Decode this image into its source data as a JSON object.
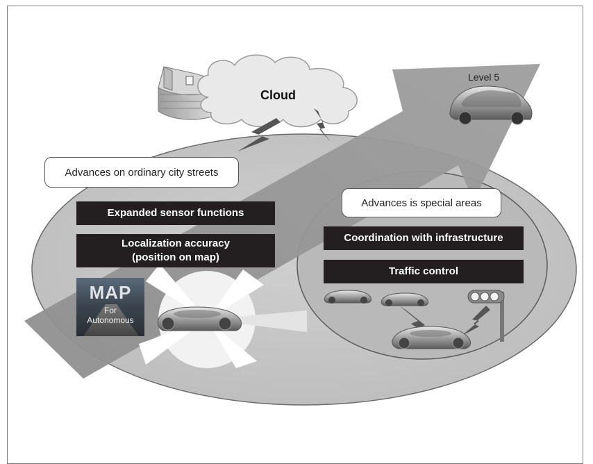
{
  "cloud": {
    "label": "Cloud"
  },
  "level": {
    "label": "Level 5"
  },
  "callouts": {
    "city_streets": "Advances on ordinary city streets",
    "special_areas": "Advances is special areas"
  },
  "city_features": {
    "sensor": "Expanded sensor functions",
    "localization_line1": "Localization accuracy",
    "localization_line2": "(position on map)"
  },
  "special_features": {
    "coordination": "Coordination with infrastructure",
    "traffic": "Traffic control"
  },
  "map_tile": {
    "title": "MAP",
    "sub_line1": "For",
    "sub_line2": "Autonomous"
  },
  "icons": [
    "data-center-icon",
    "cloud-icon",
    "lightning-icon",
    "car-icon",
    "traffic-light-icon",
    "sensor-fan-icon"
  ]
}
